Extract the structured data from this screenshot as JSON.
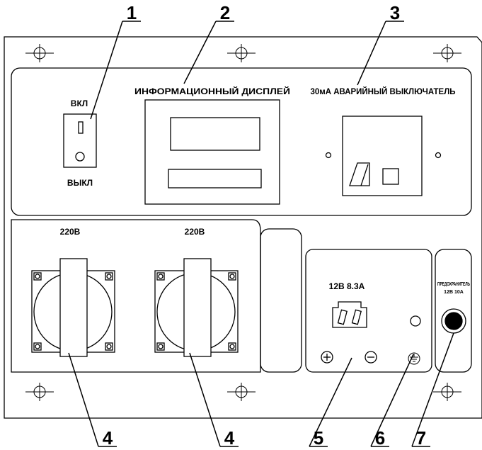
{
  "callouts": [
    "1",
    "2",
    "3",
    "4",
    "4",
    "5",
    "6",
    "7"
  ],
  "labels": {
    "switch_on": "ВКЛ",
    "switch_off": "ВЫКЛ",
    "display": "ИНФОРМАЦИОННЫЙ ДИСПЛЕЙ",
    "breaker": "30мА АВАРИЙНЫЙ ВЫКЛЮЧАТЕЛЬ",
    "socket_left": "220В",
    "socket_right": "220В",
    "dc_output": "12В 8.3А",
    "fuse_line1": "ПРЕДОХРАНИТЕЛЬ",
    "fuse_line2": "12В 10А",
    "plus_symbol": "+",
    "minus_symbol": "−",
    "ground_symbol": "⏚"
  }
}
